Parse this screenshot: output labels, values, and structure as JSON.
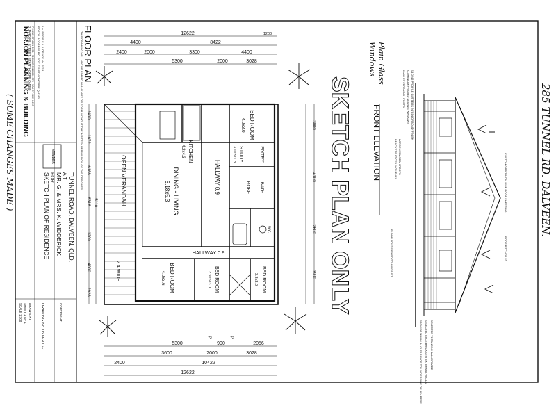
{
  "colors": {
    "ink": "#111111",
    "paper": "#ffffff",
    "shade": "#c9c9c9"
  },
  "handwritten": {
    "address": "285 TUNNEL RD. DALVEEN.",
    "note_left": "( SOME CHANGES MADE )",
    "note_top_1": "Plain Glass",
    "note_top_2": "Windows"
  },
  "stamp": "SKETCH PLAN ONLY",
  "titles": {
    "floor_plan": "FLOOR PLAN",
    "front_elevation": "FRONT ELEVATION"
  },
  "title_block": {
    "firm": "NORJON PLANNING & BUILDING",
    "address_1": "2 JARDINE STREET, STANTHORPE Q 4380",
    "phone": "PHONE 07 4681 2071 - MOBILE 0428 653 070 - FAX 07 4681 2493",
    "postal": "POSTAL ADDRESS P.O. BOX 715 STANTHORPE Q 4380",
    "licence": "Lic. REG B.S.A. LICENCE No. 6713",
    "warning": "THIS DRAWING WILL NOT BE COPIED IN ANY WAY OR FORM WITHOUT THE WRITTEN PERMISSION OF THE DESIGNER",
    "member_label": "MEMBER",
    "project_1": "SKETCH PLAN OF RESIDENCE",
    "project_for": "FOR",
    "client": "MR. G. & MRS. K. WIDDERICK",
    "at": "A T",
    "site": "TUNNEL ROAD, DALVEEN, QLD.",
    "scale": "SCALE 1:100",
    "sheet": "SHEET 1 OF 1",
    "drawn": "DRAWN: KT",
    "drawing_no": "DRAWING No. 0509-2007-1",
    "copyright": "COPYRIGHT"
  },
  "rooms": {
    "bed1": "BED ROOM",
    "bed1_size": "4.0x3.0",
    "study": "STUDY",
    "study_size": "3.028x1.8",
    "entry": "ENTRY",
    "kitchen": "KITCHEN",
    "kitchen_size": "4.2x4.3",
    "hallway1": "HALLWAY 0.9",
    "dining": "DINING - LIVING",
    "dining_size": "6.18x5.3",
    "verandah": "OPEN VERANDAH",
    "bath": "BATH",
    "robe": "ROBE",
    "wc": "WC",
    "hallway2": "HALLWAY 0.9",
    "bed2": "BED ROOM",
    "bed2_size": "4.0x3.6",
    "bed3": "BED ROOM",
    "bed3_size": "2.926x3.0",
    "bed4": "BED ROOM",
    "bed4_size": "3.3x3.0",
    "wide": "2.4 WIDE"
  },
  "dimensions": {
    "top_overall": "12622",
    "top_left": "4400",
    "top_mid": "8422",
    "top_right": "1200",
    "top_row2": [
      "2400",
      "2000",
      "3300",
      "4400"
    ],
    "top_row3": [
      "5300",
      "2000",
      "3028"
    ],
    "bottom_overall": "12622",
    "bottom_mid": "10422",
    "bottom_row1": [
      "5300",
      "72",
      "900",
      "72",
      "2056"
    ],
    "bottom_row2": [
      "3600",
      "2000",
      "3028"
    ],
    "bottom_left": "2400",
    "left_dims": [
      "2400",
      "1872",
      "6188",
      "15110",
      "6316",
      "1200",
      "4000",
      "2928"
    ],
    "right_dims": [
      "3000",
      "4100",
      "2600",
      "3900"
    ]
  },
  "elevation_notes": [
    "SB 0242 PROFILE GUTTERS IN 'COLORBOND' FINISH",
    "ALUMINIUM FRAMED SLIDING WINDOWS",
    "90x45 F5 VERANDAH POSTS",
    "LARGE VERANDAH POSTS",
    "BRACKETS AT CEILING LEVEL",
    "CUSTOM ORB ZINCALUME ROOF SHEETING",
    "ROOF PITCH 22.5°",
    "SELECTED VERANDAH BALUSTRADE",
    "SELECTED FACE BRICKS TO EXTERNAL WALLS",
    "PROVIDE MINIMUM CLEARANCE TO UNDERSIDE OF BEARERS",
    "FLOOR JOISTS FIXED TO 4400 F.S.T."
  ]
}
